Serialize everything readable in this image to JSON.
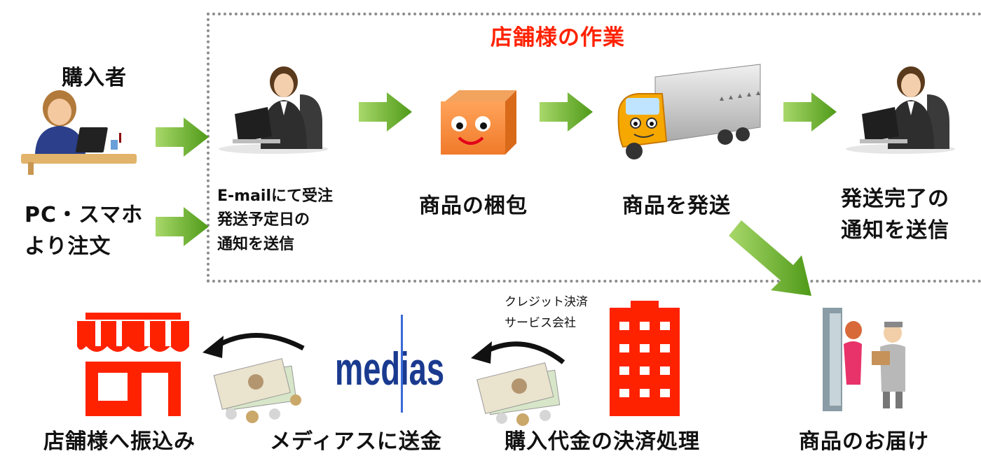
{
  "store_work_title": "店舗様の作業",
  "buyer": {
    "title": "購入者",
    "order_line1": "PC・スマホ",
    "order_line2": "より注文"
  },
  "steps": [
    {
      "line1": "E-mailにて受注",
      "line2": "発送予定日の",
      "line3": "通知を送信"
    },
    {
      "line1": "商品の梱包"
    },
    {
      "line1": "商品を発送"
    },
    {
      "line1": "発送完了の",
      "line2": "通知を送信"
    }
  ],
  "bottom": {
    "delivery": "商品のお届け",
    "card_company_line1": "クレジット決済",
    "card_company_line2": "サービス会社",
    "settlement": "購入代金の決済処理",
    "to_medias": "メディアスに送金",
    "logo_text": "medias",
    "to_store": "店舗様へ振込み"
  },
  "colors": {
    "accent_red": "#ff2200",
    "arrow_green_dark": "#5aa21e",
    "arrow_green_light": "#a8d86a",
    "building_red": "#ff2200",
    "medias_blue": "#1a3a8f"
  },
  "icons": [
    "person-at-laptop-icon",
    "smiling-box-icon",
    "delivery-truck-icon",
    "door-delivery-icon",
    "office-building-icon",
    "store-icon",
    "money-icon",
    "curved-arrow-icon"
  ]
}
